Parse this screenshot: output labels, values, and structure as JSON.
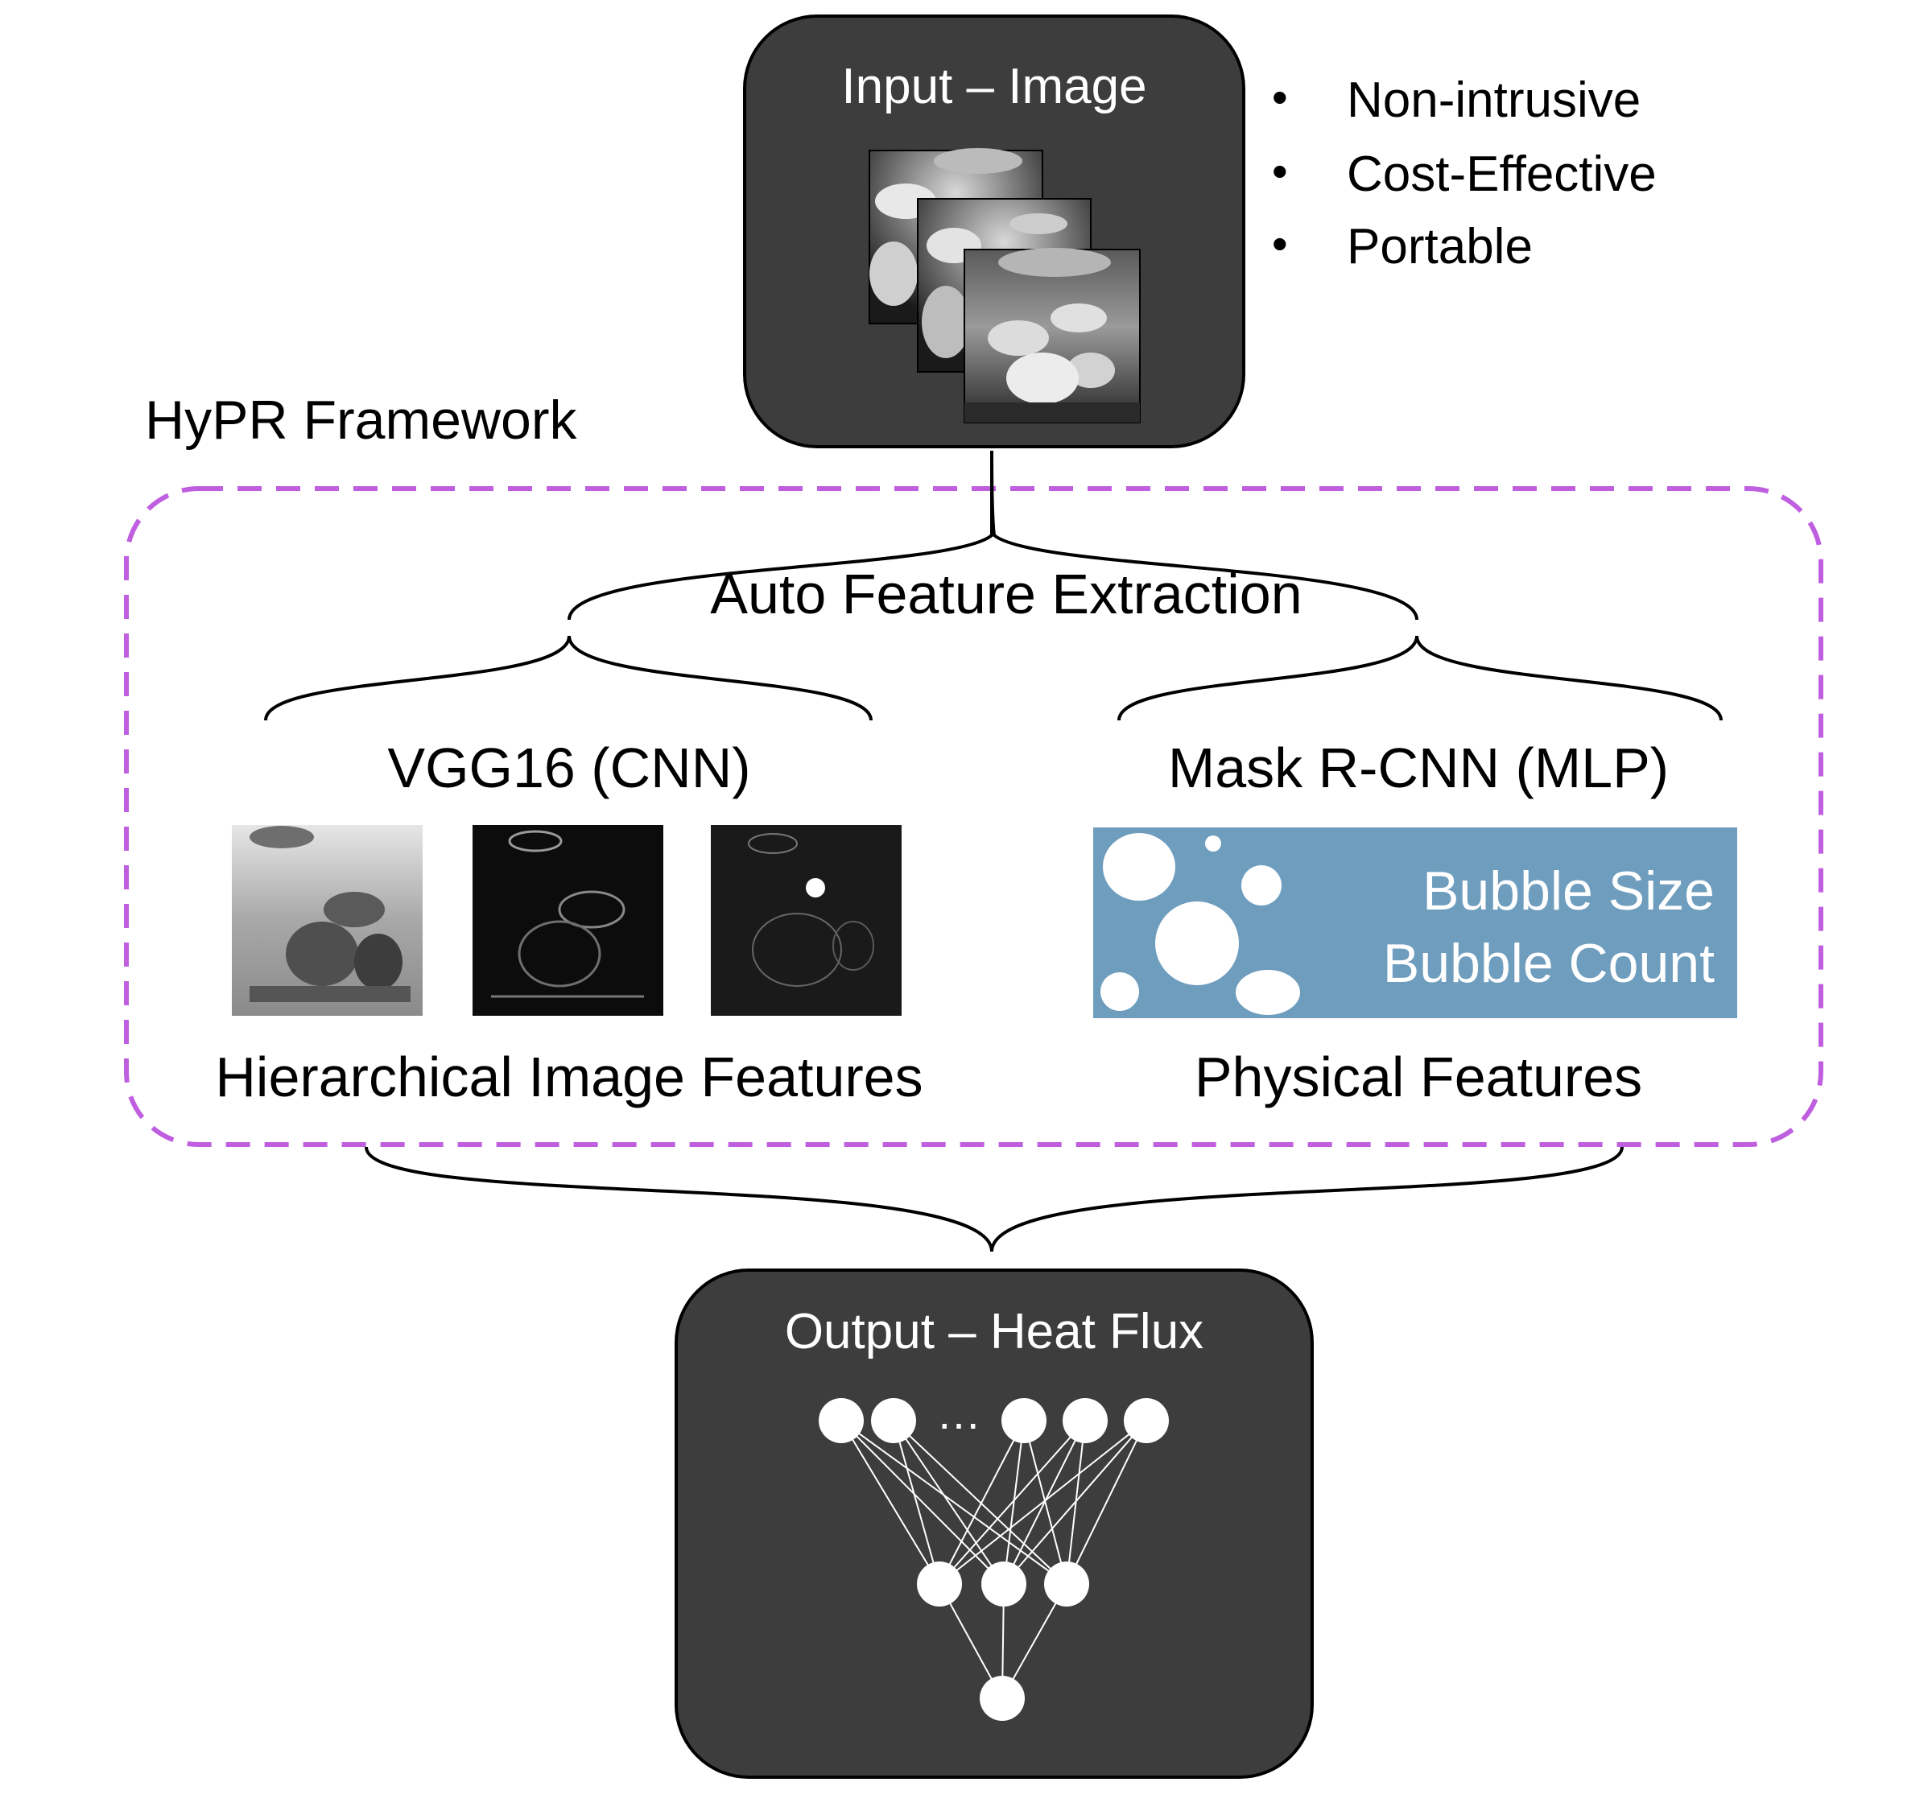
{
  "input": {
    "title": "Input – Image"
  },
  "advantages": [
    "Non-intrusive",
    "Cost-Effective",
    "Portable"
  ],
  "bullet_char": "•",
  "framework": {
    "label": "HyPR Framework",
    "border_color": "#bf5fe0"
  },
  "extraction": {
    "label": "Auto Feature Extraction"
  },
  "vgg": {
    "label": "VGG16 (CNN)",
    "features_label": "Hierarchical Image Features"
  },
  "mask": {
    "label": "Mask R-CNN (MLP)",
    "features_label": "Physical Features",
    "panel_lines": [
      "Bubble Size",
      "Bubble Count"
    ],
    "panel_color": "#6e9dbe"
  },
  "output": {
    "title": "Output – Heat Flux",
    "ellipsis": "…"
  },
  "colors": {
    "box_fill": "#3d3d3d",
    "box_stroke": "#000000"
  }
}
